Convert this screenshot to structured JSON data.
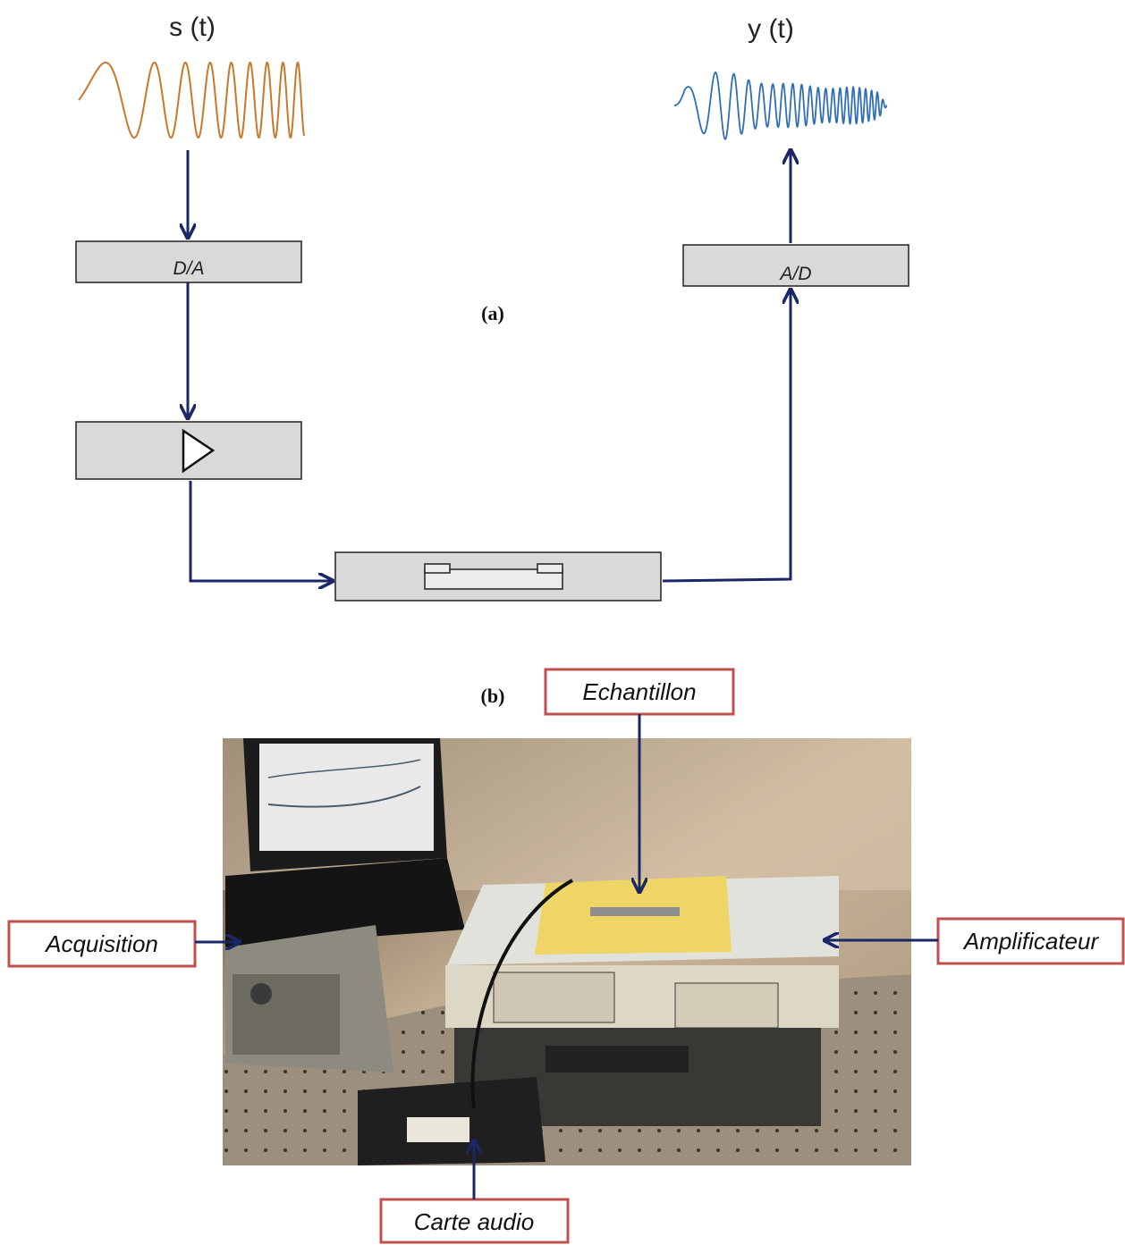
{
  "diagram": {
    "input_signal_label": "s (t)",
    "output_signal_label": "y (t)",
    "dac_label": "D/A",
    "adc_label": "A/D",
    "panel_a_label": "(a)",
    "panel_b_label": "(b)"
  },
  "photo": {
    "callouts": {
      "sample": "Echantillon",
      "acquisition": "Acquisition",
      "amplifier": "Amplificateur",
      "audio_card": "Carte audio"
    }
  },
  "colors": {
    "arrow": "#1a2766",
    "block_fill": "#d9d9d9",
    "input_wave": "#c8782a",
    "output_wave": "#2f6fb5",
    "callout_border": "#c0504d"
  }
}
